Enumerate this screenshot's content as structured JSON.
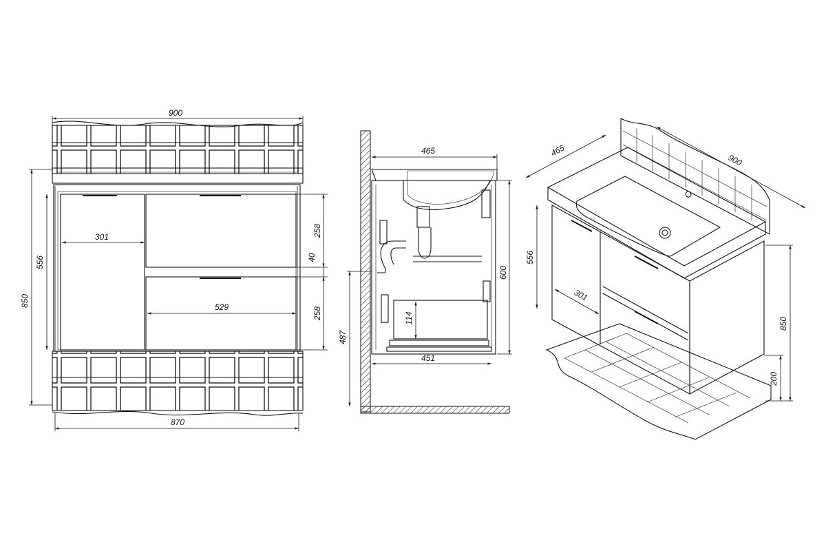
{
  "front_view": {
    "width_top": "900",
    "height_total": "850",
    "height_cabinet": "556",
    "door_width": "301",
    "drawer_width": "529",
    "drawer_top_height": "258",
    "drawer_gap": "40",
    "drawer_bottom_height": "258",
    "width_bottom": "870"
  },
  "side_view": {
    "depth_top": "465",
    "height_side": "600",
    "depth_inner": "451",
    "drawer_inner_height": "114",
    "mount_height": "487"
  },
  "iso_view": {
    "depth": "465",
    "width": "900",
    "height_cabinet": "556",
    "door_width": "301",
    "height_total": "850",
    "floor_clearance": "200"
  }
}
